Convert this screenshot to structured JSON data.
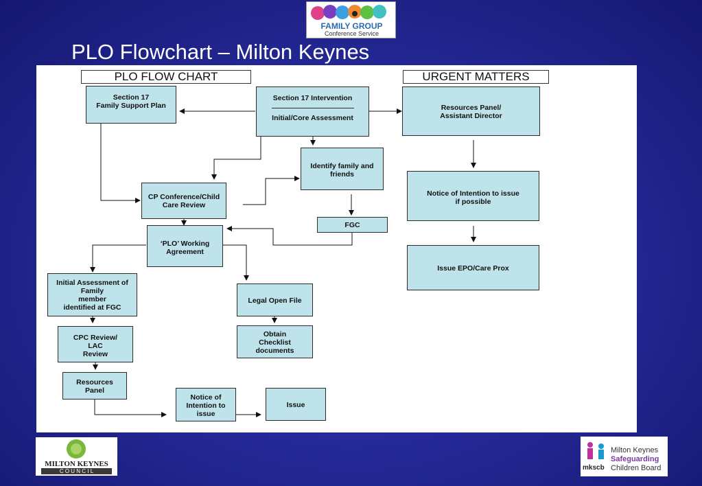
{
  "slide": {
    "title": "PLO Flowchart – Milton Keynes"
  },
  "logos": {
    "fgc": {
      "line1": "FAMILY GROUP",
      "line2": "Conference Service"
    },
    "mkc": {
      "line1": "MILTON KEYNES",
      "line2": "C O U N C I L"
    },
    "mkscb": {
      "mark": "mkscb",
      "line1": "Milton Keynes",
      "line2": "Safeguarding",
      "line3": "Children Board"
    }
  },
  "flow": {
    "header_left": "PLO FLOW CHART",
    "header_right": "URGENT MATTERS",
    "s17_plan": "Section 17\nFamily Support Plan",
    "s17_intervention_top": "Section 17 Intervention",
    "s17_intervention_bottom": "Initial/Core Assessment",
    "identify": "Identify family and\nfriends",
    "cp_conference": "CP Conference/Child\nCare Review",
    "fgc": "FGC",
    "plo_agreement": "‘PLO’ Working\nAgreement",
    "initial_assessment": "Initial Assessment of\nFamily\nmember\nidentified at FGC",
    "legal_open": "Legal Open File",
    "obtain_checklist": "Obtain\nChecklist\ndocuments",
    "cpc_review": "CPC Review/\nLAC\nReview",
    "resources_panel": "Resources\nPanel",
    "notice_intention": "Notice of\nIntention to\nissue",
    "issue": "Issue",
    "resources_panel_ad": "Resources Panel/\nAssistant Director",
    "notice_if_possible": "Notice of Intention to issue\nif possible",
    "issue_epo": "Issue EPO/Care Prox"
  }
}
